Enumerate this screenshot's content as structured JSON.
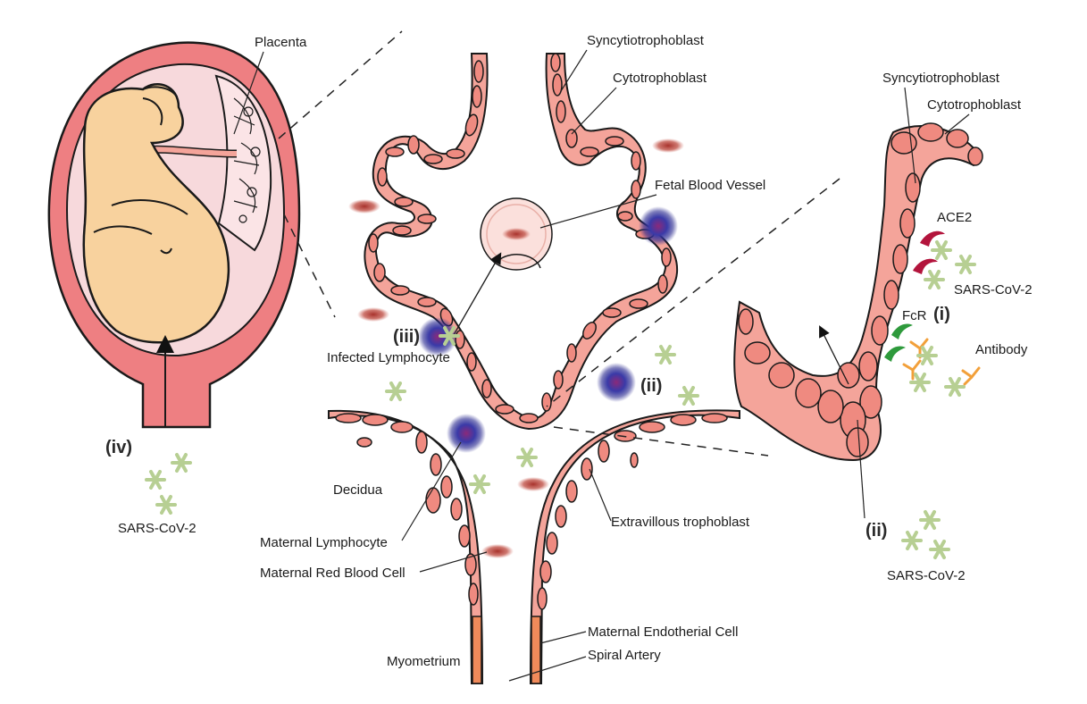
{
  "labels": {
    "placenta": "Placenta",
    "syncytio_center": "Syncytiotrophoblast",
    "cyto_center": "Cytotrophoblast",
    "fetal_vessel": "Fetal Blood Vessel",
    "infected_lymph": "Infected Lymphocyte",
    "decidua": "Decidua",
    "maternal_lymph": "Maternal Lymphocyte",
    "maternal_rbc": "Maternal Red Blood Cell",
    "extravillous": "Extravillous trophoblast",
    "myometrium": "Myometrium",
    "endothelial": "Maternal Endotherial Cell",
    "spiral": "Spiral Artery",
    "syncytio_right": "Syncytiotrophoblast",
    "cyto_right": "Cytotrophoblast",
    "ace2": "ACE2",
    "sars_right": "SARS-CoV-2",
    "fcr": "FcR",
    "antibody": "Antibody",
    "sars_bottom_right": "SARS-CoV-2",
    "sars_left": "SARS-CoV-2"
  },
  "markers": {
    "i": "(i)",
    "ii_center": "(ii)",
    "ii_right": "(ii)",
    "iii": "(iii)",
    "iv": "(iv)"
  },
  "colors": {
    "tissue": "#f4a49a",
    "cell": "#ef8a80",
    "virus": "#b7cf93",
    "lymphocyte": "#2e2e9a",
    "rbc": "#b8453d",
    "ace2": "#b3143c",
    "fcr": "#2e9a3c",
    "antibody": "#f2a03a",
    "uterus": "#ee7f82",
    "fetus": "#f8d29e"
  }
}
